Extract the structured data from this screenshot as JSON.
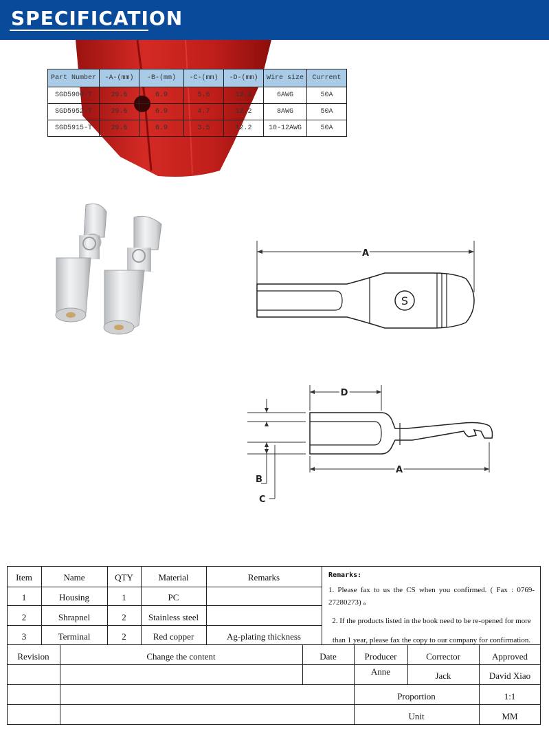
{
  "banner": {
    "title": "SPECIFICATION"
  },
  "spec_table": {
    "headers": [
      "Part Number",
      "-A-(mm)",
      "-B-(mm)",
      "-C-(mm)",
      "-D-(mm)",
      "Wire size",
      "Current"
    ],
    "rows": [
      [
        "SGD5900-T",
        "29.6",
        "6.9",
        "5.6",
        "12.2",
        "6AWG",
        "50A"
      ],
      [
        "SGD5952-T",
        "29.6",
        "6.9",
        "4.7",
        "12.2",
        "8AWG",
        "50A"
      ],
      [
        "SGD5915-T",
        "29.6",
        "6.9",
        "3.5",
        "12.2",
        "10-12AWG",
        "50A"
      ]
    ]
  },
  "drawing": {
    "label_a_top": "A",
    "label_d": "D",
    "label_a_side": "A",
    "label_b": "B",
    "label_c": "C",
    "logo_letter": "S"
  },
  "bom": {
    "headers": {
      "item": "Item",
      "name": "Name",
      "qty": "QTY",
      "material": "Material",
      "remarks": "Remarks"
    },
    "rows": [
      {
        "item": "1",
        "name": "Housing",
        "qty": "1",
        "material": "PC",
        "remarks": ""
      },
      {
        "item": "2",
        "name": "Shrapnel",
        "qty": "2",
        "material": "Stainless steel",
        "remarks": ""
      },
      {
        "item": "3",
        "name": "Terminal",
        "qty": "2",
        "material": "Red copper",
        "remarks": "Ag-plating thickness"
      }
    ],
    "remarks_title": "Remarks:",
    "remark_1": "1. Please fax to us the CS when you confirmed. ( Fax : 0769-27280273) 。",
    "remark_2": "2. If the products listed in the book need to be re-opened for more than 1 year, please fax the copy to our company for confirmation."
  },
  "revision": {
    "revision_label": "Revision",
    "change_label": "Change the content",
    "date_label": "Date",
    "producer_label": "Producer",
    "corrector_label": "Corrector",
    "approved_label": "Approved",
    "producer": "Anne",
    "corrector": "Jack",
    "approved": "David Xiao",
    "proportion_label": "Proportion",
    "proportion": "1:1",
    "unit_label": "Unit",
    "unit": "MM"
  },
  "colors": {
    "banner": "#0a4a9b",
    "table_header": "#a9cbe8",
    "housing": "#c8201e"
  }
}
